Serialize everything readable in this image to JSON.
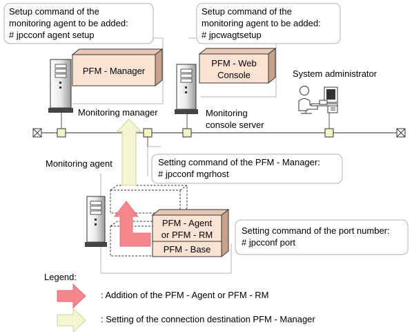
{
  "callouts": {
    "agent_setup": {
      "line1": "Setup command of the",
      "line2": "monitoring agent to be added:",
      "line3": "# jpcconf agent setup"
    },
    "web_setup": {
      "line1": "Setup command of the",
      "line2": "monitoring agent to be added:",
      "line3": "# jpcwagtsetup"
    },
    "mgrhost": {
      "line1": "Setting command of the PFM - Manager:",
      "line2": "# jpcconf mgrhost"
    },
    "port": {
      "line1": "Setting command of the port number:",
      "line2": "# jpcconf port"
    }
  },
  "components": {
    "pfm_manager": "PFM - Manager",
    "web_console_line1": "PFM - Web",
    "web_console_line2": "Console",
    "agent_line1": "PFM - Agent",
    "agent_line2": "or PFM - RM",
    "base": "PFM - Base"
  },
  "labels": {
    "system_admin": "System administrator",
    "monitoring_manager": "Monitoring manager",
    "console_line1": "Monitoring",
    "console_line2": "console server",
    "monitoring_agent": "Monitoring agent"
  },
  "legend": {
    "title": "Legend:",
    "addition": ": Addition of the PFM - Agent or PFM - RM",
    "connection": ": Setting of the connection destination PFM - Manager"
  },
  "colors": {
    "component_fill": "#fbe3d4",
    "red_arrow": "#f7868c",
    "yellow_arrow": "#f4f6d2",
    "node_fill": "#f3f5c6"
  }
}
